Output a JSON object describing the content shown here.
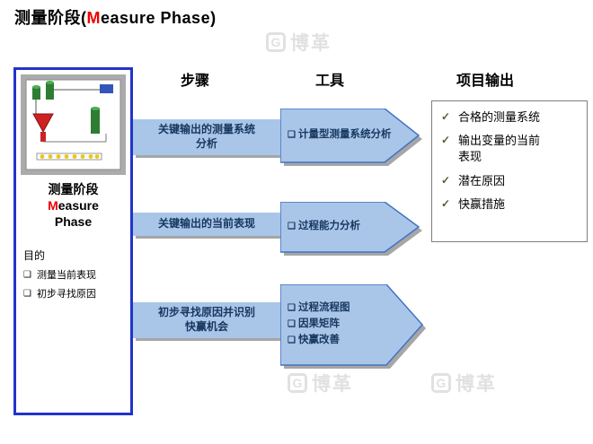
{
  "title": {
    "prefix": "测量阶段(",
    "highlight": "M",
    "suffix": "easure Phase)"
  },
  "watermark": {
    "logo_letter": "G",
    "text": "博革"
  },
  "glyphs": {
    "bullet": "❑",
    "check": "✓"
  },
  "columns": {
    "steps": "步骤",
    "tools": "工具",
    "outputs": "项目输出"
  },
  "left_panel": {
    "phase_cn": "测量阶段",
    "phase_en_highlight": "M",
    "phase_en_rest": "easure",
    "phase_en_line2": "Phase",
    "purpose_label": "目的",
    "purpose_items": [
      "测量当前表现",
      "初步寻找原因"
    ]
  },
  "rows": [
    {
      "step_lines": [
        "关键输出的测量系统",
        "分析"
      ],
      "tools": [
        "计量型测量系统分析"
      ]
    },
    {
      "step_lines": [
        "关键输出的当前表现"
      ],
      "tools": [
        "过程能力分析"
      ]
    },
    {
      "step_lines": [
        "初步寻找原因并识别",
        "快赢机会"
      ],
      "tools": [
        "过程流程图",
        "因果矩阵",
        "快赢改善"
      ]
    }
  ],
  "outputs": [
    "合格的测量系统",
    "输出变量的当前表现",
    "潜在原因",
    "快赢措施"
  ],
  "colors": {
    "panel_border": "#2233cc",
    "bar_fill": "#a9c6e9",
    "arrow_fill": "#a9c6e9",
    "arrow_stroke": "#4472c4",
    "shadow": "#a6a6a6",
    "step_text": "#17375e",
    "title_highlight": "#ee0000",
    "check": "#4f6228",
    "watermark": "#c9c9c9"
  }
}
